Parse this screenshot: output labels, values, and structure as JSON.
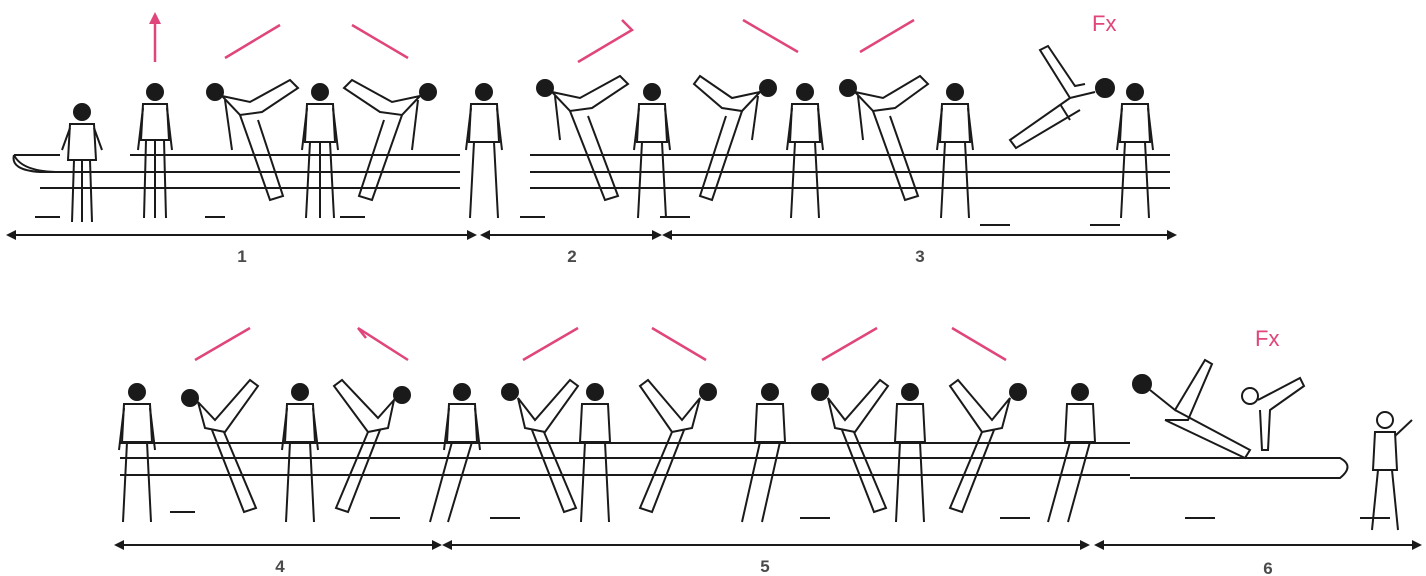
{
  "colors": {
    "accent": "#e0457b",
    "ink": "#1a1a1a",
    "label": "#4a4a4a"
  },
  "rows": [
    {
      "id": "row-1",
      "fx": "Fx",
      "segments": [
        {
          "label": "1"
        },
        {
          "label": "2"
        },
        {
          "label": "3"
        }
      ]
    },
    {
      "id": "row-2",
      "fx": "Fx",
      "segments": [
        {
          "label": "4"
        },
        {
          "label": "5"
        },
        {
          "label": "6"
        }
      ]
    }
  ]
}
